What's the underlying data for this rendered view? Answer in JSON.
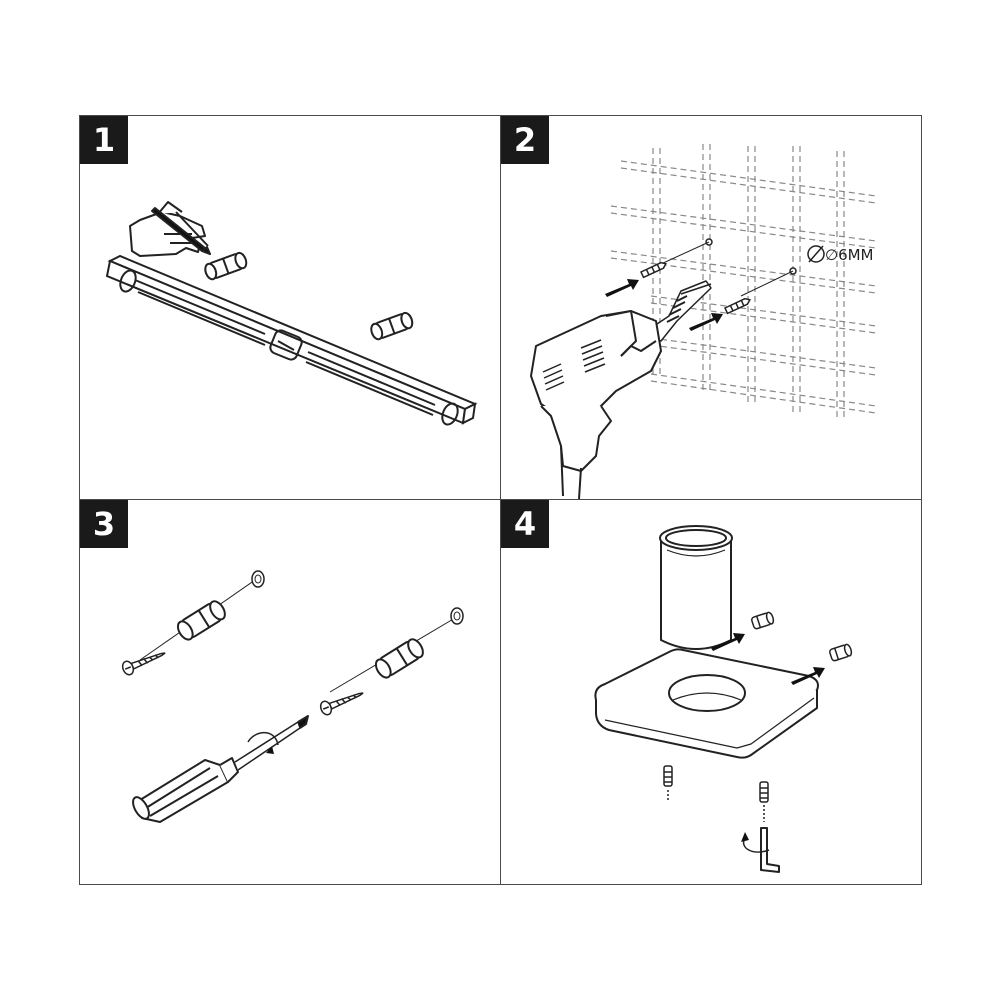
{
  "steps": [
    {
      "number": "1"
    },
    {
      "number": "2",
      "drill_label": "∅6MM"
    },
    {
      "number": "3"
    },
    {
      "number": "4"
    }
  ],
  "colors": {
    "line": "#222222",
    "step_bg": "#1a1a1a",
    "step_text": "#ffffff",
    "arrow": "#111111"
  }
}
